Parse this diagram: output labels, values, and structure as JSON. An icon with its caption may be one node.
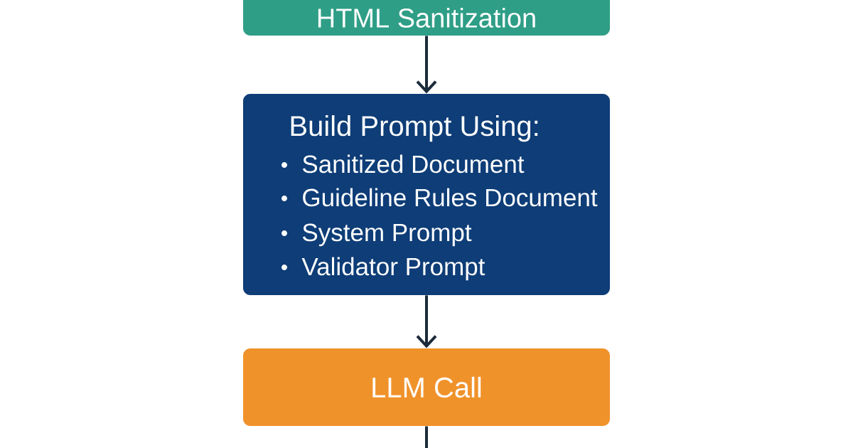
{
  "diagram": {
    "nodes": [
      {
        "text": [
          "HTML Sanitization"
        ]
      },
      {
        "text": [
          "Build Prompt Using:",
          "Sanitized Document",
          "Guideline Rules Document",
          "System Prompt",
          "Validator Prompt"
        ]
      },
      {
        "text": [
          "LLM Call"
        ]
      }
    ],
    "edges": [
      {
        "from": 0,
        "to": 1,
        "arrow": "to"
      },
      {
        "from": 1,
        "to": 2,
        "arrow": "to"
      },
      {
        "from": 2,
        "to": null,
        "arrow": "none"
      }
    ]
  }
}
